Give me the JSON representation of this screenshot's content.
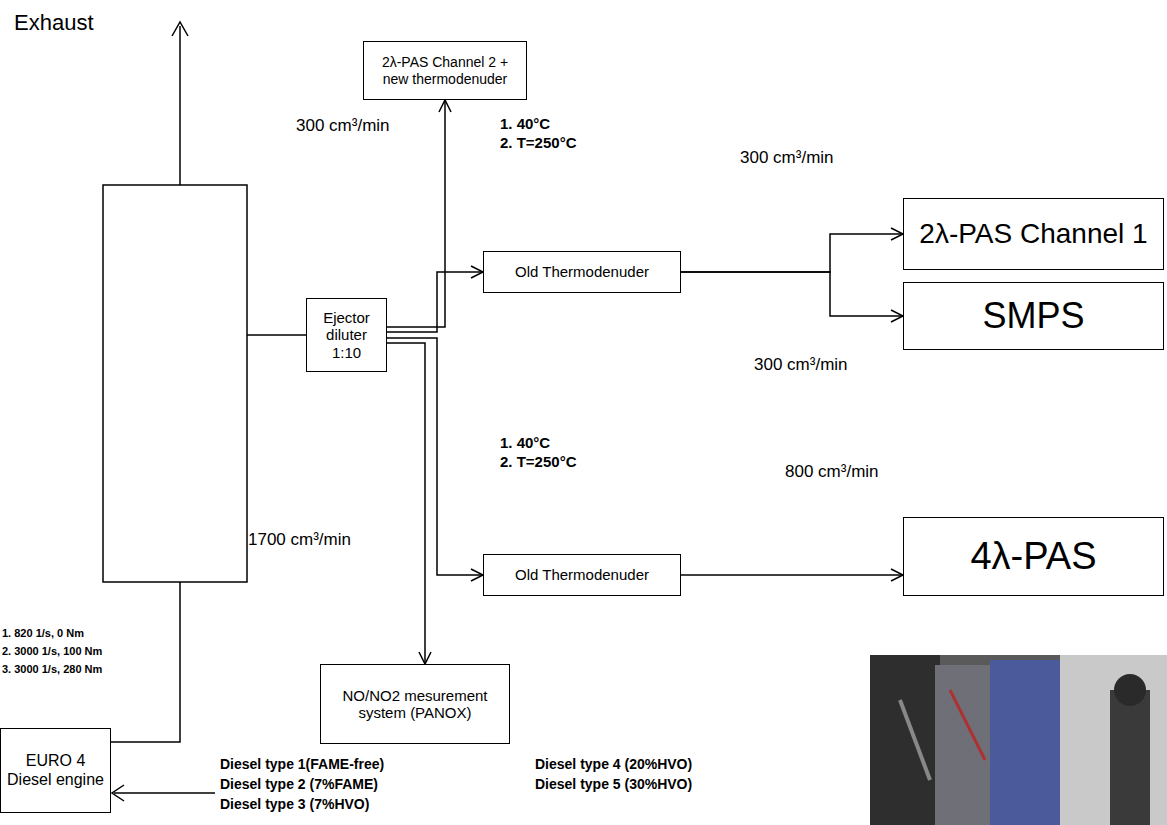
{
  "diagram": {
    "nodes": [
      {
        "text": [
          "2λ-PAS Channel 2 + new thermodenuder"
        ]
      },
      {
        "text": [
          "Old Thermodenuder"
        ]
      },
      {
        "text": [
          "2λ-PAS Channel 1"
        ]
      },
      {
        "text": [
          "SMPS"
        ]
      },
      {
        "text": [
          "Ejector diluter 1:10"
        ]
      },
      {
        "text": [
          "Old Thermodenuder"
        ]
      },
      {
        "text": [
          "4λ-PAS"
        ]
      },
      {
        "text": [
          "NO/NO2 mesurement system (PANOX)"
        ]
      },
      {
        "text": [
          "EURO 4 Diesel engine"
        ]
      }
    ],
    "edges": [
      {
        "from": 4,
        "to": 0,
        "arrow": "to"
      },
      {
        "from": 4,
        "to": 1,
        "arrow": "to"
      },
      {
        "from": 1,
        "to": 2,
        "arrow": "to"
      },
      {
        "from": 1,
        "to": 3,
        "arrow": "to"
      },
      {
        "from": 4,
        "to": 5,
        "arrow": "to"
      },
      {
        "from": 5,
        "to": 6,
        "arrow": "to"
      },
      {
        "from": 4,
        "to": 7,
        "arrow": "to"
      }
    ],
    "labels": [
      "Exhaust",
      "300 cm³/min",
      "1. 40°C",
      "2. T=250°C",
      "300 cm³/min",
      "300 cm³/min",
      "1. 40°C",
      "2. T=250°C",
      "800 cm³/min",
      "1700 cm³/min",
      "1. 820 1/s, 0 Nm",
      "2. 3000 1/s, 100 Nm",
      "3. 3000 1/s, 280 Nm",
      "Diesel type 1(FAME-free)",
      "Diesel type 2 (7%FAME)",
      "Diesel type 3 (7%HVO)",
      "Diesel type 4 (20%HVO)",
      "Diesel type 5 (30%HVO)"
    ]
  }
}
